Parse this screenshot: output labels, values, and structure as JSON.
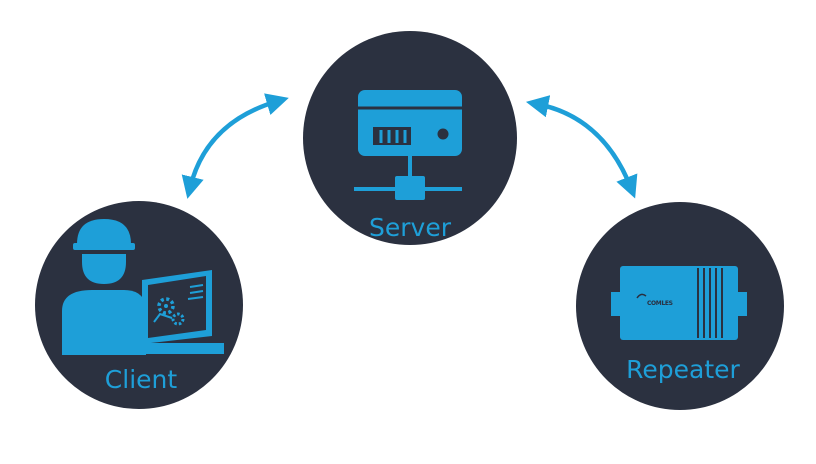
{
  "diagram": {
    "colors": {
      "circle": "#2b3140",
      "accent": "#1e9fd8",
      "background": "#ffffff"
    },
    "nodes": {
      "server": {
        "label": "Server",
        "icon": "server-icon"
      },
      "client": {
        "label": "Client",
        "icon": "worker-at-computer-icon"
      },
      "repeater": {
        "label": "Repeater",
        "icon": "repeater-device-icon",
        "device_brand": "COMLES"
      }
    },
    "connections": [
      {
        "from": "client",
        "to": "server",
        "direction": "bidirectional"
      },
      {
        "from": "server",
        "to": "repeater",
        "direction": "bidirectional"
      }
    ]
  }
}
